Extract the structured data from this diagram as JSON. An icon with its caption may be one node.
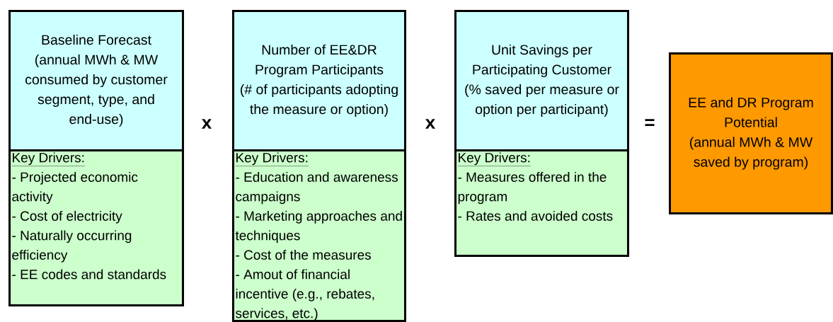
{
  "diagram": {
    "nodes": [
      {
        "text": [
          "Baseline Forecast",
          "(annual MWh & MW consumed by customer segment, type, and end-use)"
        ]
      },
      {
        "text": [
          "Key Drivers:",
          "- Projected economic activity",
          "- Cost of electricity",
          "- Naturally occurring efficiency",
          "- EE codes and standards"
        ]
      },
      {
        "text": [
          "Number of EE&DR Program Participants",
          "(# of participants adopting the measure or option)"
        ]
      },
      {
        "text": [
          "Key Drivers:",
          "- Education and awareness campaigns",
          "- Marketing approaches and techniques",
          "- Cost of the measures",
          "- Amout of financial incentive (e.g., rebates, services, etc.)"
        ]
      },
      {
        "text": [
          "Unit Savings per Participating Customer",
          "(% saved per measure or option per participant)"
        ]
      },
      {
        "text": [
          "Key Drivers:",
          "- Measures offered in the program",
          "- Rates and avoided costs"
        ]
      },
      {
        "text": [
          "EE and DR Program Potential",
          "(annual MWh & MW saved by program)"
        ]
      }
    ],
    "labels": [
      "x",
      "x",
      "="
    ]
  }
}
